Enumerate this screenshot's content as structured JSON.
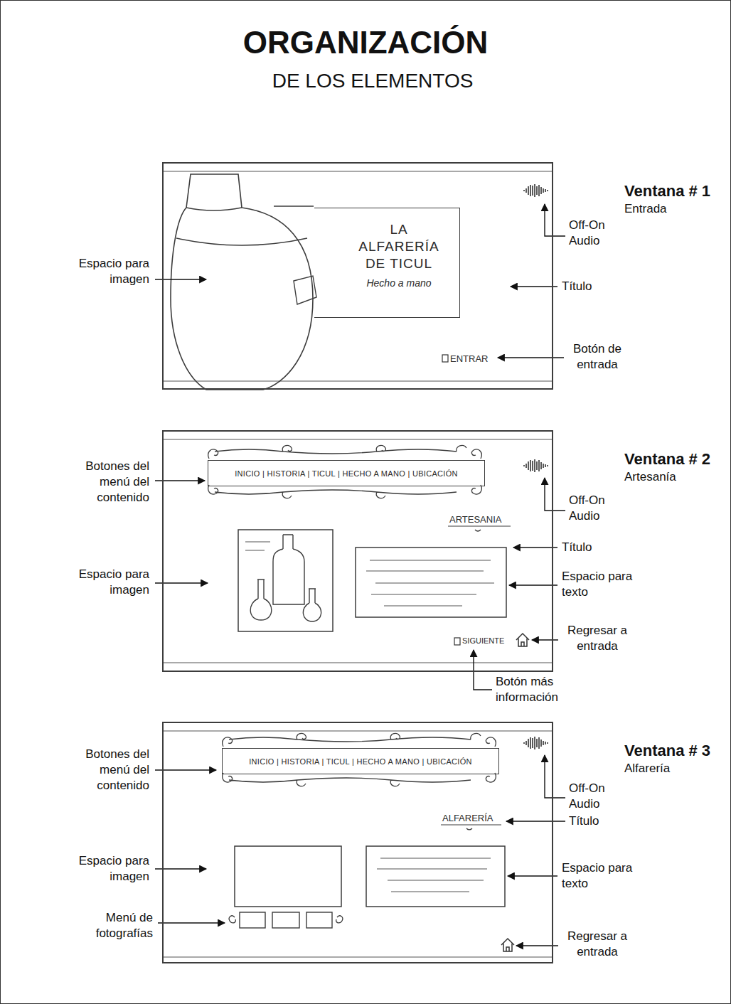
{
  "diagram": {
    "title": "ORGANIZACIÓN",
    "nodes": [
      {
        "text": [
          "Ventana # 1",
          "Entrada"
        ]
      },
      {
        "text": [
          "LA ALFARERÍA DE TICUL",
          "Hecho a mano"
        ],
        "in": 0
      },
      {
        "text": [
          "Ventana # 2",
          "Artesanía"
        ]
      },
      {
        "text": [
          "INICIO | HISTORIA | TICUL | HECHO A MANO | UBICACIÓN"
        ],
        "in": 2
      },
      {
        "text": [
          "Ventana # 3",
          "Alfarería"
        ]
      },
      {
        "text": [
          "INICIO | HISTORIA | TICUL | HECHO A MANO | UBICACIÓN"
        ],
        "in": 4
      }
    ],
    "labels": [
      "DE LOS ELEMENTOS",
      "Espacio para imagen",
      "Off-On Audio",
      "Título",
      "ENTRAR",
      "Botón de entrada",
      "Botones del menú del contenido",
      "Off-On Audio",
      "ARTESANIA",
      "Título",
      "Espacio para imagen",
      "Espacio para texto",
      "SIGUIENTE",
      "Regresar a entrada",
      "Botón más información",
      "Botones del menú del contenido",
      "Off-On Audio",
      "ALFARERÍA",
      "Título",
      "Espacio para imagen",
      "Espacio para texto",
      "Menú de fotografías",
      "Regresar a entrada"
    ]
  }
}
